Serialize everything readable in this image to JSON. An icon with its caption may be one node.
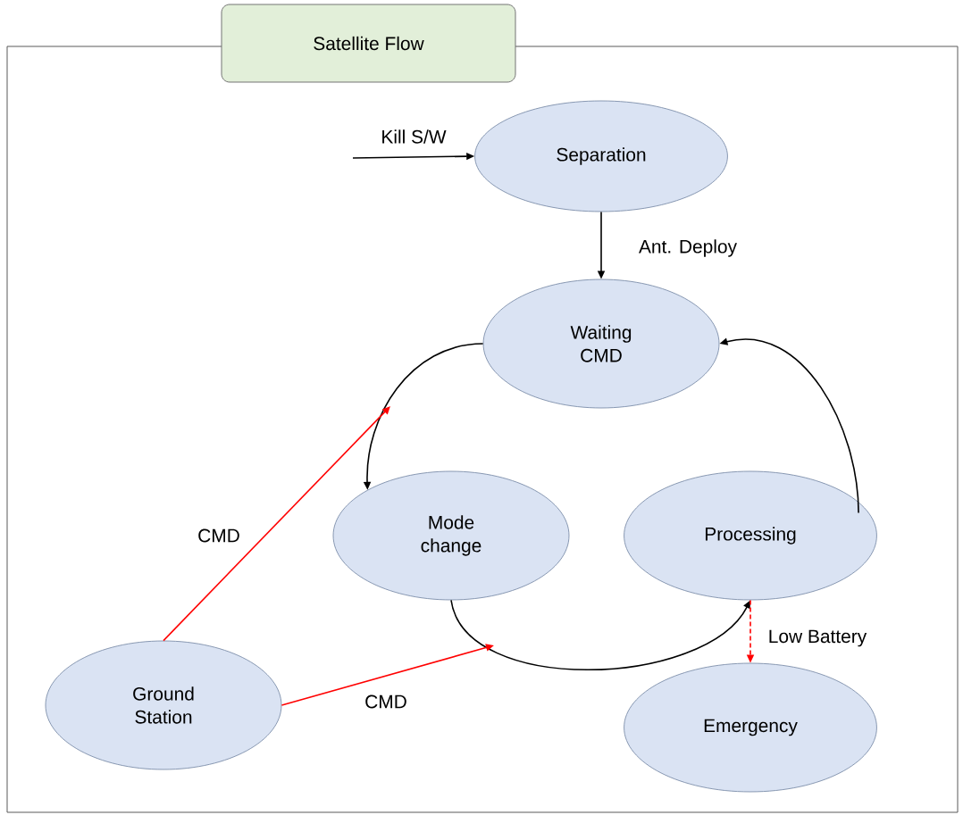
{
  "diagram": {
    "title": "Satellite Flow",
    "nodes": [
      {
        "text": [
          "Separation"
        ]
      },
      {
        "text": [
          "Waiting CMD"
        ]
      },
      {
        "text": [
          "Mode change"
        ]
      },
      {
        "text": [
          "Processing"
        ]
      },
      {
        "text": [
          "Emergency"
        ]
      },
      {
        "text": [
          "Ground Station"
        ]
      }
    ],
    "edges": [
      {
        "from": null,
        "to": 0,
        "arrow": "to",
        "label": "Kill S/W"
      },
      {
        "from": 0,
        "to": 1,
        "arrow": "to",
        "label": "Ant. Deploy"
      },
      {
        "from": 1,
        "to": 2,
        "arrow": "to"
      },
      {
        "from": 2,
        "to": 3,
        "arrow": "to"
      },
      {
        "from": 3,
        "to": 1,
        "arrow": "to"
      },
      {
        "from": 3,
        "to": 4,
        "arrow": "to",
        "label": "Low Battery",
        "style": "dashed",
        "color": "#ff0000"
      },
      {
        "from": 5,
        "to": null,
        "arrow": "to",
        "label": "CMD",
        "color": "#ff0000"
      },
      {
        "from": 5,
        "to": null,
        "arrow": "to",
        "label": "CMD",
        "color": "#ff0000"
      }
    ]
  }
}
